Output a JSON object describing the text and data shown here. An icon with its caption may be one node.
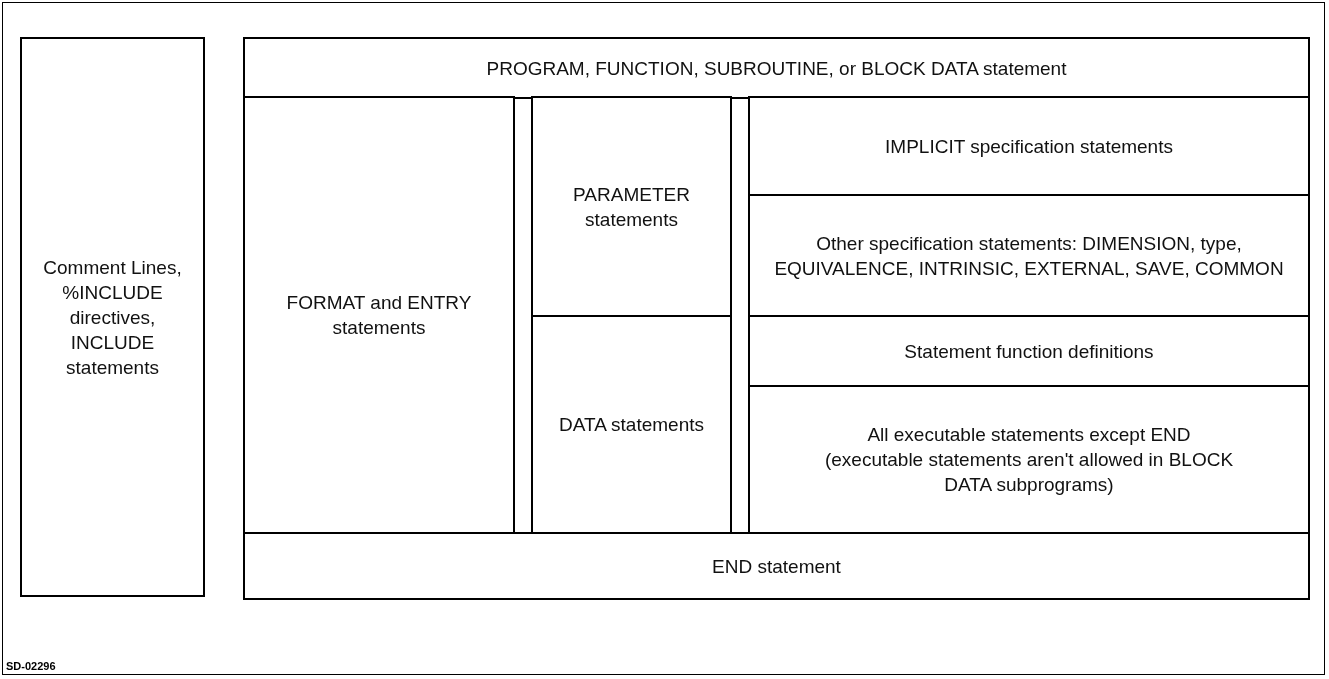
{
  "diagram": {
    "nodes": [
      {
        "text": [
          "Comment Lines, %INCLUDE directives, INCLUDE statements"
        ]
      },
      {
        "text": [
          "PROGRAM, FUNCTION, SUBROUTINE, or BLOCK DATA statement"
        ]
      },
      {
        "text": [
          "FORMAT and ENTRY statements"
        ]
      },
      {
        "text": [
          "PARAMETER statements"
        ]
      },
      {
        "text": [
          "IMPLICIT specification statements"
        ]
      },
      {
        "text": [
          "Other specification statements: DIMENSION, type, EQUIVALENCE, INTRINSIC, EXTERNAL, SAVE, COMMON"
        ]
      },
      {
        "text": [
          "DATA statements"
        ]
      },
      {
        "text": [
          "Statement function definitions"
        ]
      },
      {
        "text": [
          "All executable statements except END",
          "(executable statements aren't allowed in BLOCK DATA subprograms)"
        ]
      },
      {
        "text": [
          "END statement"
        ]
      }
    ],
    "labels": [
      "SD-02296"
    ]
  }
}
